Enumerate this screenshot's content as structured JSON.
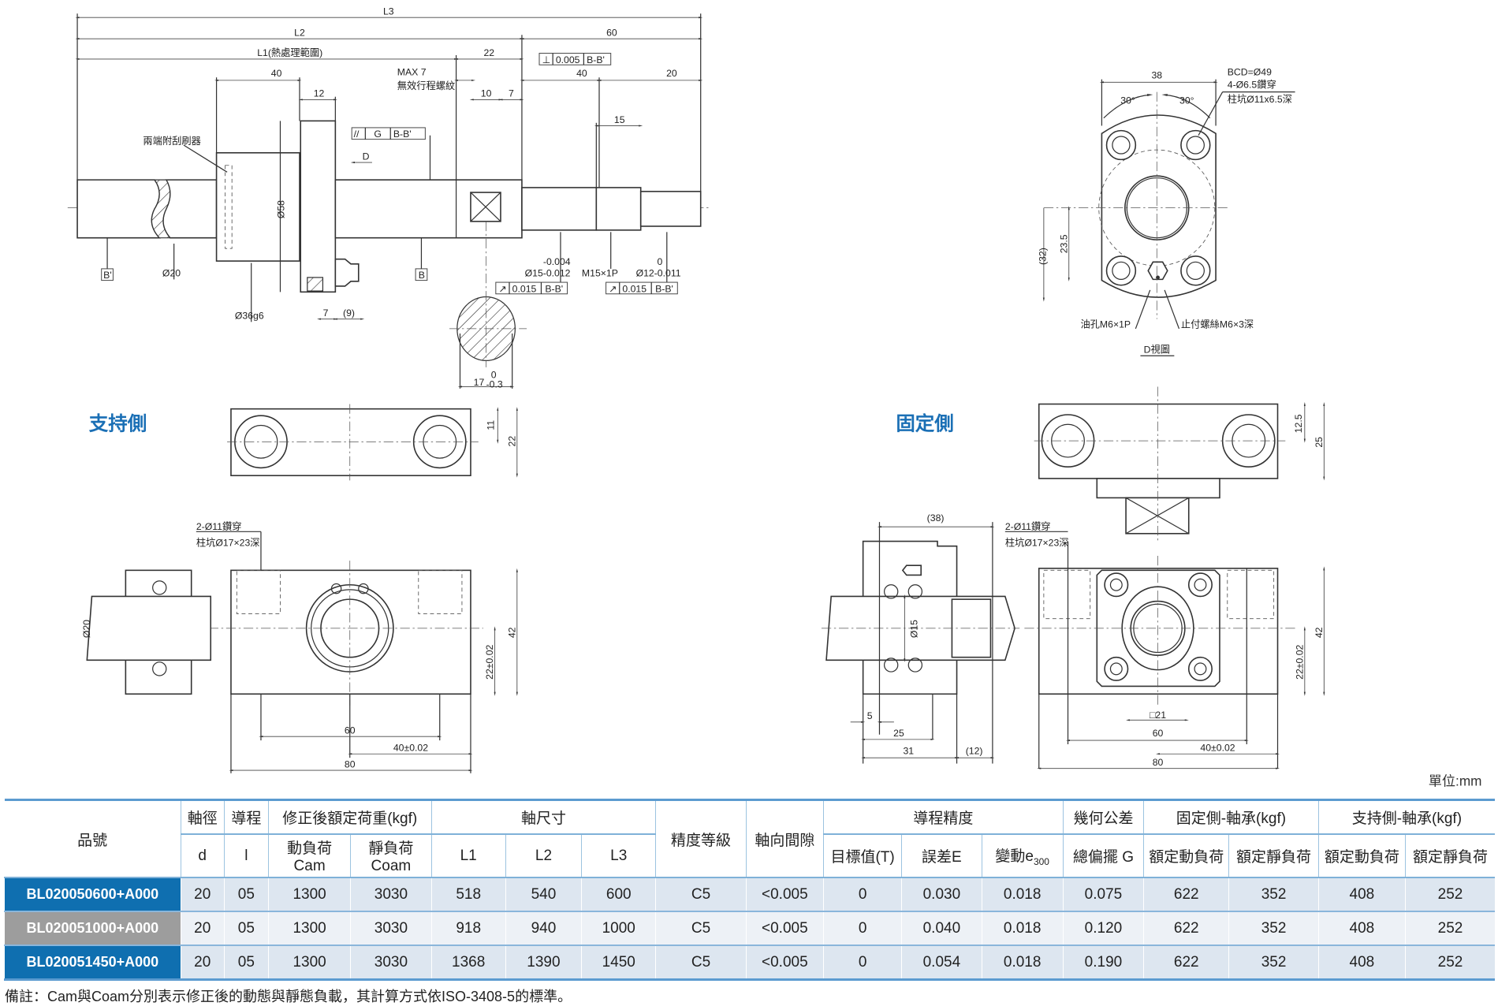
{
  "main_view": {
    "L3": "L3",
    "L2": "L2",
    "dim_60": "60",
    "L1": "L1(熱處理範圍)",
    "dim_22": "22",
    "perp_sym": "⊥",
    "perp_val": "0.005",
    "perp_ref": "B-B'",
    "dim_40a": "40",
    "dim_12": "12",
    "max7": "MAX 7",
    "invalid_thread": "無效行程螺紋",
    "dim_10": "10",
    "dim_7a": "7",
    "dim_40b": "40",
    "dim_20": "20",
    "dim_15": "15",
    "wiper": "兩端附刮刷器",
    "par_sym": "//",
    "par_val": "G",
    "par_ref": "B-B'",
    "view_d": "D",
    "dia58": "Ø58",
    "datum_b2": "B'",
    "dia20": "Ø20",
    "dia36": "Ø36g6",
    "datum_b": "B",
    "dim_7b": "7",
    "dim_9": "(9)",
    "tol15_up": "-0.004",
    "dia15": "Ø15-0.012",
    "m15": "M15×1P",
    "tol12_up": "0",
    "dia12": "Ø12-0.011",
    "runout_sym": "↗",
    "runout1_val": "0.015",
    "runout1_ref": "B-B'",
    "runout2_val": "0.015",
    "runout2_ref": "B-B'",
    "sec_tol": "0",
    "sec_dim": "17",
    "sec_tol_low": "-0.3"
  },
  "d_view": {
    "dim_38": "38",
    "bcd": "BCD=Ø49",
    "holes": "4-Ø6.5鑽穿",
    "cbore": "柱坑Ø11x6.5深",
    "ang1": "30°",
    "ang2": "30°",
    "dim_32": "(32)",
    "dim_23_5": "23.5",
    "oil": "油孔M6×1P",
    "setscrew": "止付螺絲M6×3深",
    "title": "D視圖"
  },
  "support_side": {
    "title": "支持側",
    "dim_11": "11",
    "dim_22": "22",
    "holes": "2-Ø11鑽穿",
    "cbore": "柱坑Ø17×23深",
    "dia20": "Ø20",
    "dim_42": "42",
    "dim_22tol": "22±0.02",
    "dim_60": "60",
    "dim_40tol": "40±0.02",
    "dim_80": "80"
  },
  "fixed_side": {
    "title": "固定側",
    "dim_12_5": "12.5",
    "dim_25": "25",
    "dim_38": "(38)",
    "holes": "2-Ø11鑽穿",
    "cbore": "柱坑Ø17×23深",
    "dia15": "Ø15",
    "dim_5": "5",
    "dim_25b": "25",
    "dim_31": "31",
    "dim_12": "(12)",
    "dim_42": "42",
    "dim_22tol": "22±0.02",
    "sq21": "□21",
    "dim_60": "60",
    "dim_40tol": "40±0.02",
    "dim_80": "80"
  },
  "unit": "單位:mm",
  "table": {
    "h1": {
      "part": "品號",
      "d": "軸徑",
      "lead": "導程",
      "load": "修正後額定荷重(kgf)",
      "shaft": "軸尺寸",
      "grade": "精度等級",
      "backlash": "軸向間隙",
      "lead_acc": "導程精度",
      "geo": "幾何公差",
      "fixed": "固定側-軸承(kgf)",
      "support": "支持側-軸承(kgf)"
    },
    "h2": {
      "d": "d",
      "l": "l",
      "cam1": "動負荷",
      "cam2": "Cam",
      "coam1": "靜負荷",
      "coam2": "Coam",
      "L1": "L1",
      "L2": "L2",
      "L3": "L3",
      "T": "目標值(T)",
      "E": "誤差E",
      "e300": "變動e",
      "e300_sub": "300",
      "G": "總偏擺 G",
      "fd": "額定動負荷",
      "fs": "額定靜負荷",
      "sd": "額定動負荷",
      "ss": "額定靜負荷"
    },
    "rows": [
      [
        "BL020050600+A000",
        "20",
        "05",
        "1300",
        "3030",
        "518",
        "540",
        "600",
        "C5",
        "<0.005",
        "0",
        "0.030",
        "0.018",
        "0.075",
        "622",
        "352",
        "408",
        "252"
      ],
      [
        "BL020051000+A000",
        "20",
        "05",
        "1300",
        "3030",
        "918",
        "940",
        "1000",
        "C5",
        "<0.005",
        "0",
        "0.040",
        "0.018",
        "0.120",
        "622",
        "352",
        "408",
        "252"
      ],
      [
        "BL020051450+A000",
        "20",
        "05",
        "1300",
        "3030",
        "1368",
        "1390",
        "1450",
        "C5",
        "<0.005",
        "0",
        "0.054",
        "0.018",
        "0.190",
        "622",
        "352",
        "408",
        "252"
      ]
    ]
  },
  "note": "備註：Cam與Coam分別表示修正後的動態與靜態負載，其計算方式依ISO-3408-5的標準。"
}
